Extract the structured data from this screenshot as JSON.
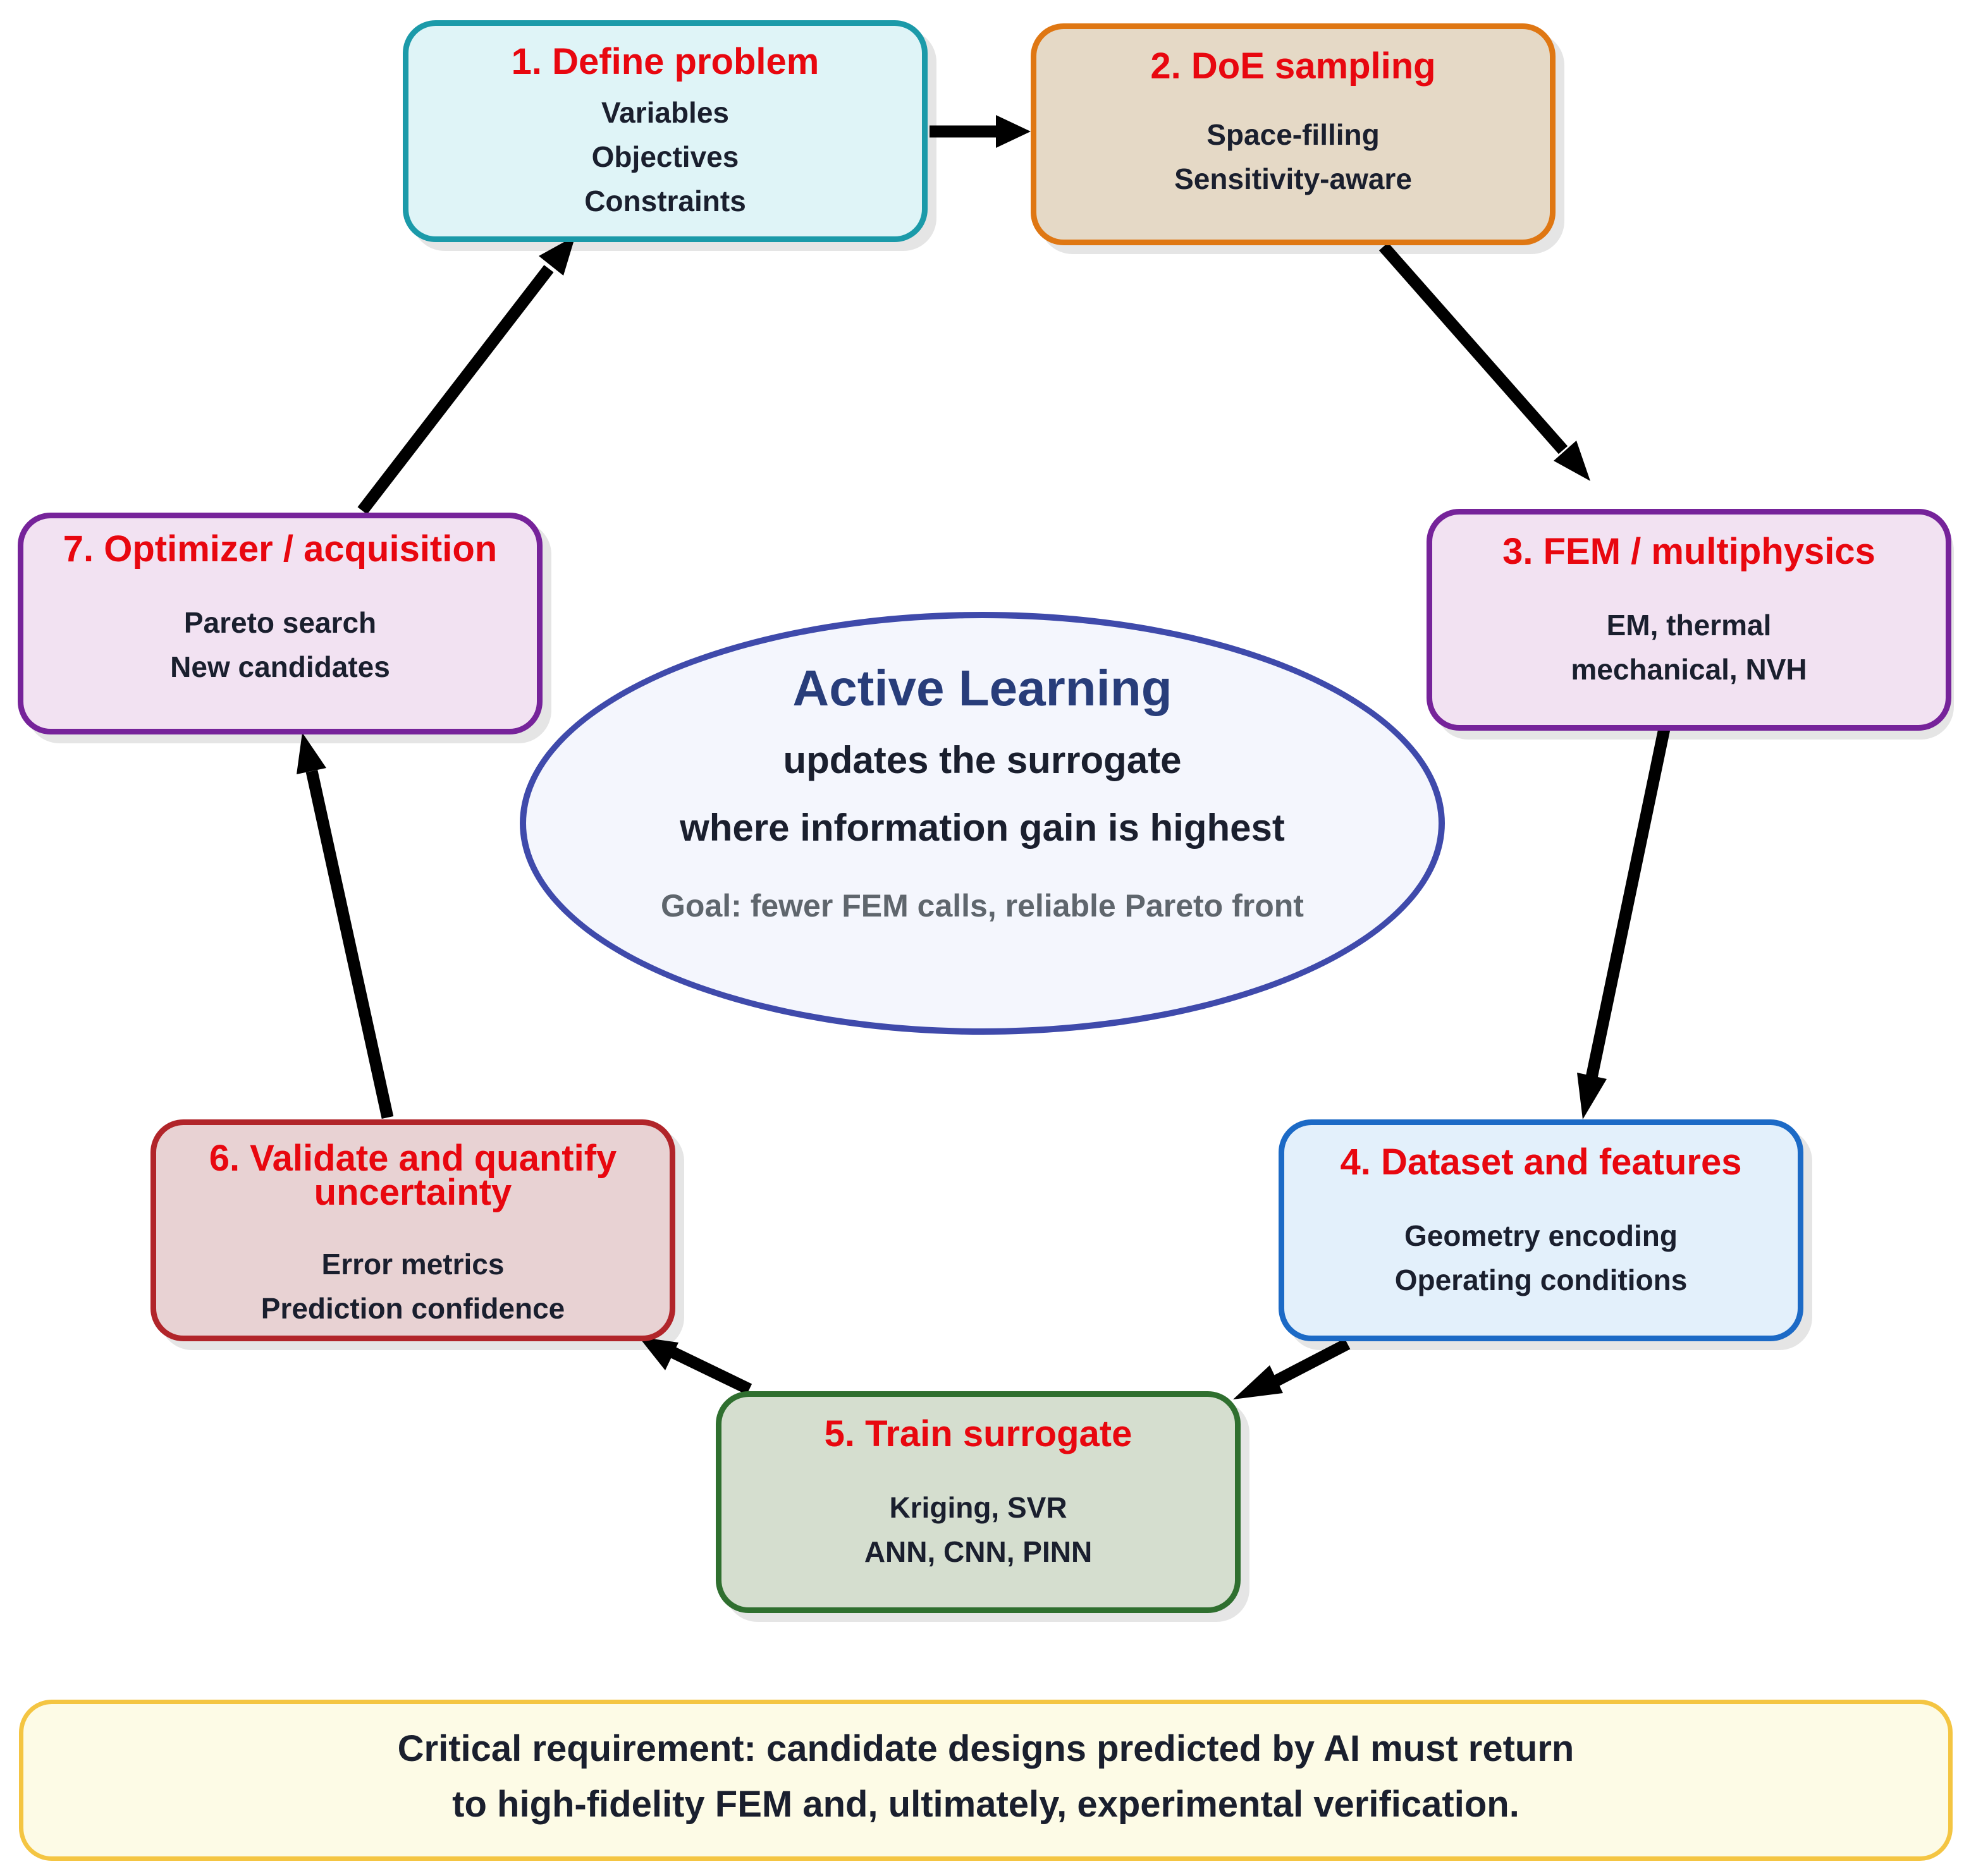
{
  "steps": [
    {
      "title": "1. Define problem",
      "lines": [
        "Variables",
        "Objectives",
        "Constraints"
      ]
    },
    {
      "title": "2. DoE sampling",
      "lines": [
        "Space-filling",
        "Sensitivity-aware"
      ]
    },
    {
      "title": "3. FEM / multiphysics",
      "lines": [
        "EM, thermal",
        "mechanical, NVH"
      ]
    },
    {
      "title": "4. Dataset and features",
      "lines": [
        "Geometry encoding",
        "Operating conditions"
      ]
    },
    {
      "title": "5. Train surrogate",
      "lines": [
        "Kriging, SVR",
        "ANN, CNN, PINN"
      ]
    },
    {
      "title": "6. Validate and quantify\nuncertainty",
      "lines": [
        "Error metrics",
        "Prediction confidence"
      ]
    },
    {
      "title": "7. Optimizer / acquisition",
      "lines": [
        "Pareto search",
        "New candidates"
      ]
    }
  ],
  "center": {
    "heading": "Active Learning",
    "line1": "updates the surrogate",
    "line2": "where information gain is highest",
    "goal": "Goal: fewer FEM calls, reliable Pareto front"
  },
  "footer": {
    "line1": "Critical requirement: candidate designs predicted by AI must return",
    "line2": "to high-fidelity FEM and, ultimately, experimental verification."
  },
  "colors": {
    "step_title": "#e8070f",
    "step1_border": "#1b9aa9",
    "step2_border": "#df7713",
    "step3_border": "#76239a",
    "step4_border": "#1c6ac6",
    "step5_border": "#2f6f2f",
    "step6_border": "#b1252a",
    "step7_border": "#76239a",
    "center_border": "#3f4aab",
    "center_heading": "#283d7a",
    "footer_border": "#f4c542",
    "arrow": "#000000"
  }
}
